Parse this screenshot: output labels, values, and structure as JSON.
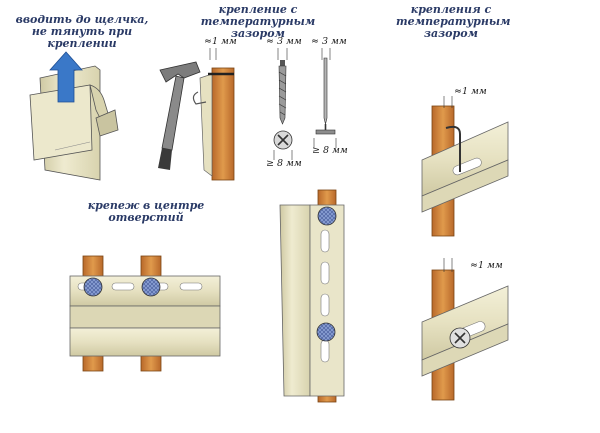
{
  "labels": {
    "insert_note_line1": "вводить до щелчка,",
    "insert_note_line2": "не тянуть при креплении",
    "thermal_gap_title_line1": "крепление с температурным",
    "thermal_gap_title_line2": "зазором",
    "thermal_gap_right_line1": "крепления с",
    "thermal_gap_right_line2": "температурным",
    "thermal_gap_right_line3": "зазором",
    "center_holes_note": "крепеж в центре отверстий"
  },
  "dimensions": {
    "gap_hammer": "≈1 мм",
    "screw_gap": "≈ 3 мм",
    "nail_gap": "≈ 3 мм",
    "screw_head": "≥ 8 мм",
    "nail_head": "≥ 8 мм",
    "gap_top_right": "≈1 мм",
    "gap_bottom_right": "≈1 мм"
  },
  "colors": {
    "label_text": "#2a3a66",
    "panel": "#e8e4c8",
    "panel_shade": "#c9c4a0",
    "wood": "#d98a3a",
    "wood_dark": "#a85f1e",
    "fastener_blue": "#7d93c8",
    "arrow_blue": "#3a78c8"
  },
  "icons": [
    "arrow-up-icon",
    "hammer-icon",
    "screw-icon",
    "nail-icon",
    "phillips-head-icon"
  ]
}
